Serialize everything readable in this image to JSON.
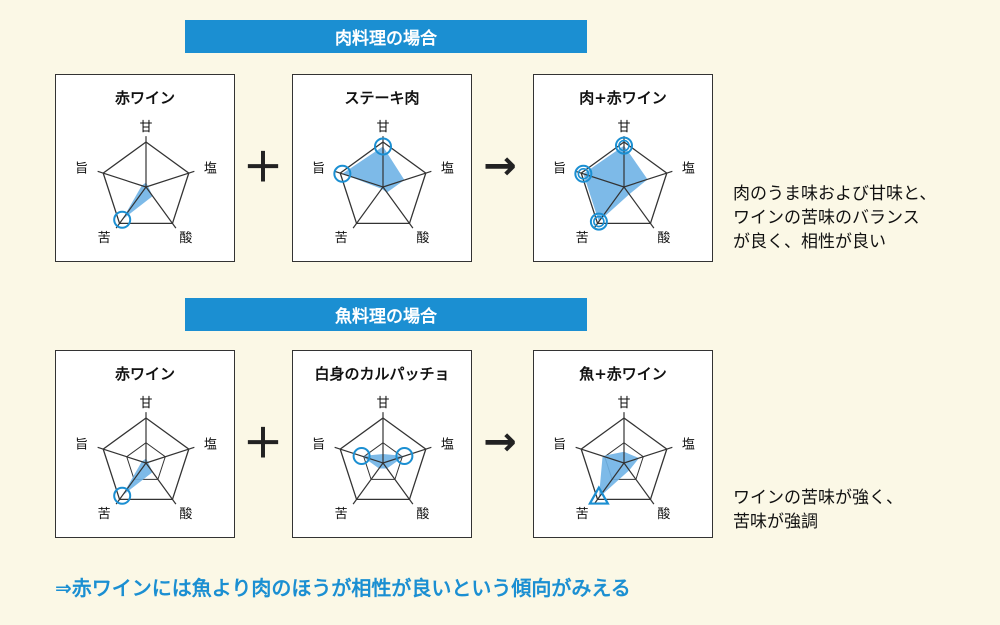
{
  "axes": [
    "甘",
    "塩",
    "酸",
    "苦",
    "旨"
  ],
  "colors": {
    "accent": "#1b8fd2",
    "fill": "#6fb3e6",
    "line": "#333333"
  },
  "sections": [
    {
      "title": "肉料理の場合",
      "operators": [
        "＋",
        "→"
      ],
      "panels": [
        {
          "title": "赤ワイン",
          "values": [
            0.1,
            0.05,
            0.25,
            0.9,
            0.1
          ],
          "markers": [
            {
              "axis": 3,
              "type": "circle"
            }
          ]
        },
        {
          "title": "ステーキ肉",
          "values": [
            0.9,
            0.5,
            0.15,
            0.05,
            0.95
          ],
          "markers": [
            {
              "axis": 0,
              "type": "circle"
            },
            {
              "axis": 4,
              "type": "circle"
            }
          ]
        },
        {
          "title": "肉+赤ワイン",
          "values": [
            0.92,
            0.55,
            0.2,
            0.95,
            0.95
          ],
          "markers": [
            {
              "axis": 0,
              "type": "double-circle"
            },
            {
              "axis": 3,
              "type": "double-circle"
            },
            {
              "axis": 4,
              "type": "double-circle"
            }
          ]
        }
      ],
      "description": [
        "肉のうま味および甘味と、",
        "ワインの苦味のバランス",
        "が良く、相性が良い"
      ]
    },
    {
      "title": "魚料理の場合",
      "operators": [
        "＋",
        "→"
      ],
      "panels": [
        {
          "title": "赤ワイン",
          "values": [
            0.1,
            0.05,
            0.25,
            0.9,
            0.1
          ],
          "markers": [
            {
              "axis": 3,
              "type": "circle"
            }
          ]
        },
        {
          "title": "白身のカルパッチョ",
          "values": [
            0.2,
            0.5,
            0.15,
            0.15,
            0.5
          ],
          "markers": [
            {
              "axis": 1,
              "type": "circle"
            },
            {
              "axis": 4,
              "type": "circle"
            }
          ]
        },
        {
          "title": "魚+赤ワイン",
          "values": [
            0.25,
            0.35,
            0.2,
            0.95,
            0.5
          ],
          "markers": [
            {
              "axis": 3,
              "type": "triangle"
            }
          ]
        }
      ],
      "description": [
        "ワインの苦味が強く、",
        "苦味が強調"
      ]
    }
  ],
  "conclusion": "⇒赤ワインには魚より肉のほうが相性が良いという傾向がみえる"
}
